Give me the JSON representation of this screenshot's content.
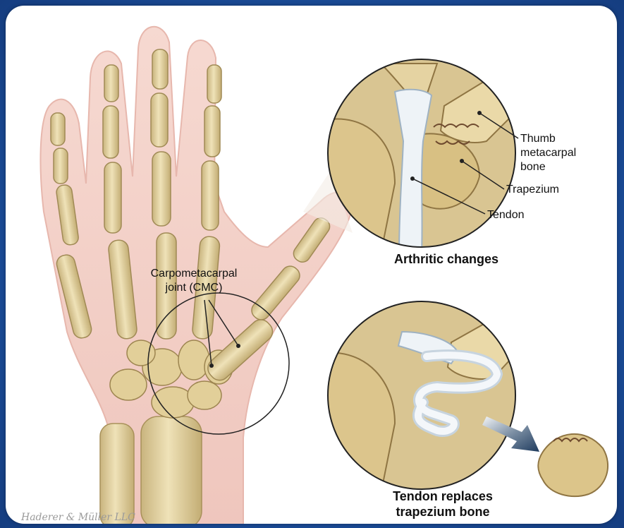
{
  "labels": {
    "cmc_line1": "Carpometacarpal",
    "cmc_line2": "joint (CMC)",
    "thumb_line1": "Thumb",
    "thumb_line2": "metacarpal",
    "thumb_line3": "bone",
    "trapezium": "Trapezium",
    "tendon": "Tendon"
  },
  "captions": {
    "top": "Arthritic changes",
    "bottom_line1": "Tendon replaces",
    "bottom_line2": "trapezium bone"
  },
  "credit": "Haderer & Müller LLC",
  "colors": {
    "frame": "#1f4e9a",
    "skin": "#f2cdc5",
    "bone": "#e6d6a8",
    "bone_shadow": "#b79f68",
    "tendon": "#e8eef3",
    "arrow": "#2a4a6e"
  }
}
